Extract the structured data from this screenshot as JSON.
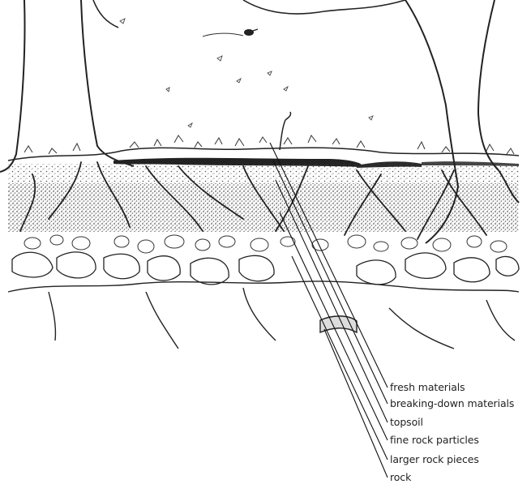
{
  "diagram": {
    "labels": [
      "fresh materials",
      "breaking-down materials",
      "topsoil",
      "fine rock particles",
      "larger rock pieces",
      "rock"
    ]
  },
  "colors": {
    "ink": "#222222",
    "background": "#ffffff"
  }
}
